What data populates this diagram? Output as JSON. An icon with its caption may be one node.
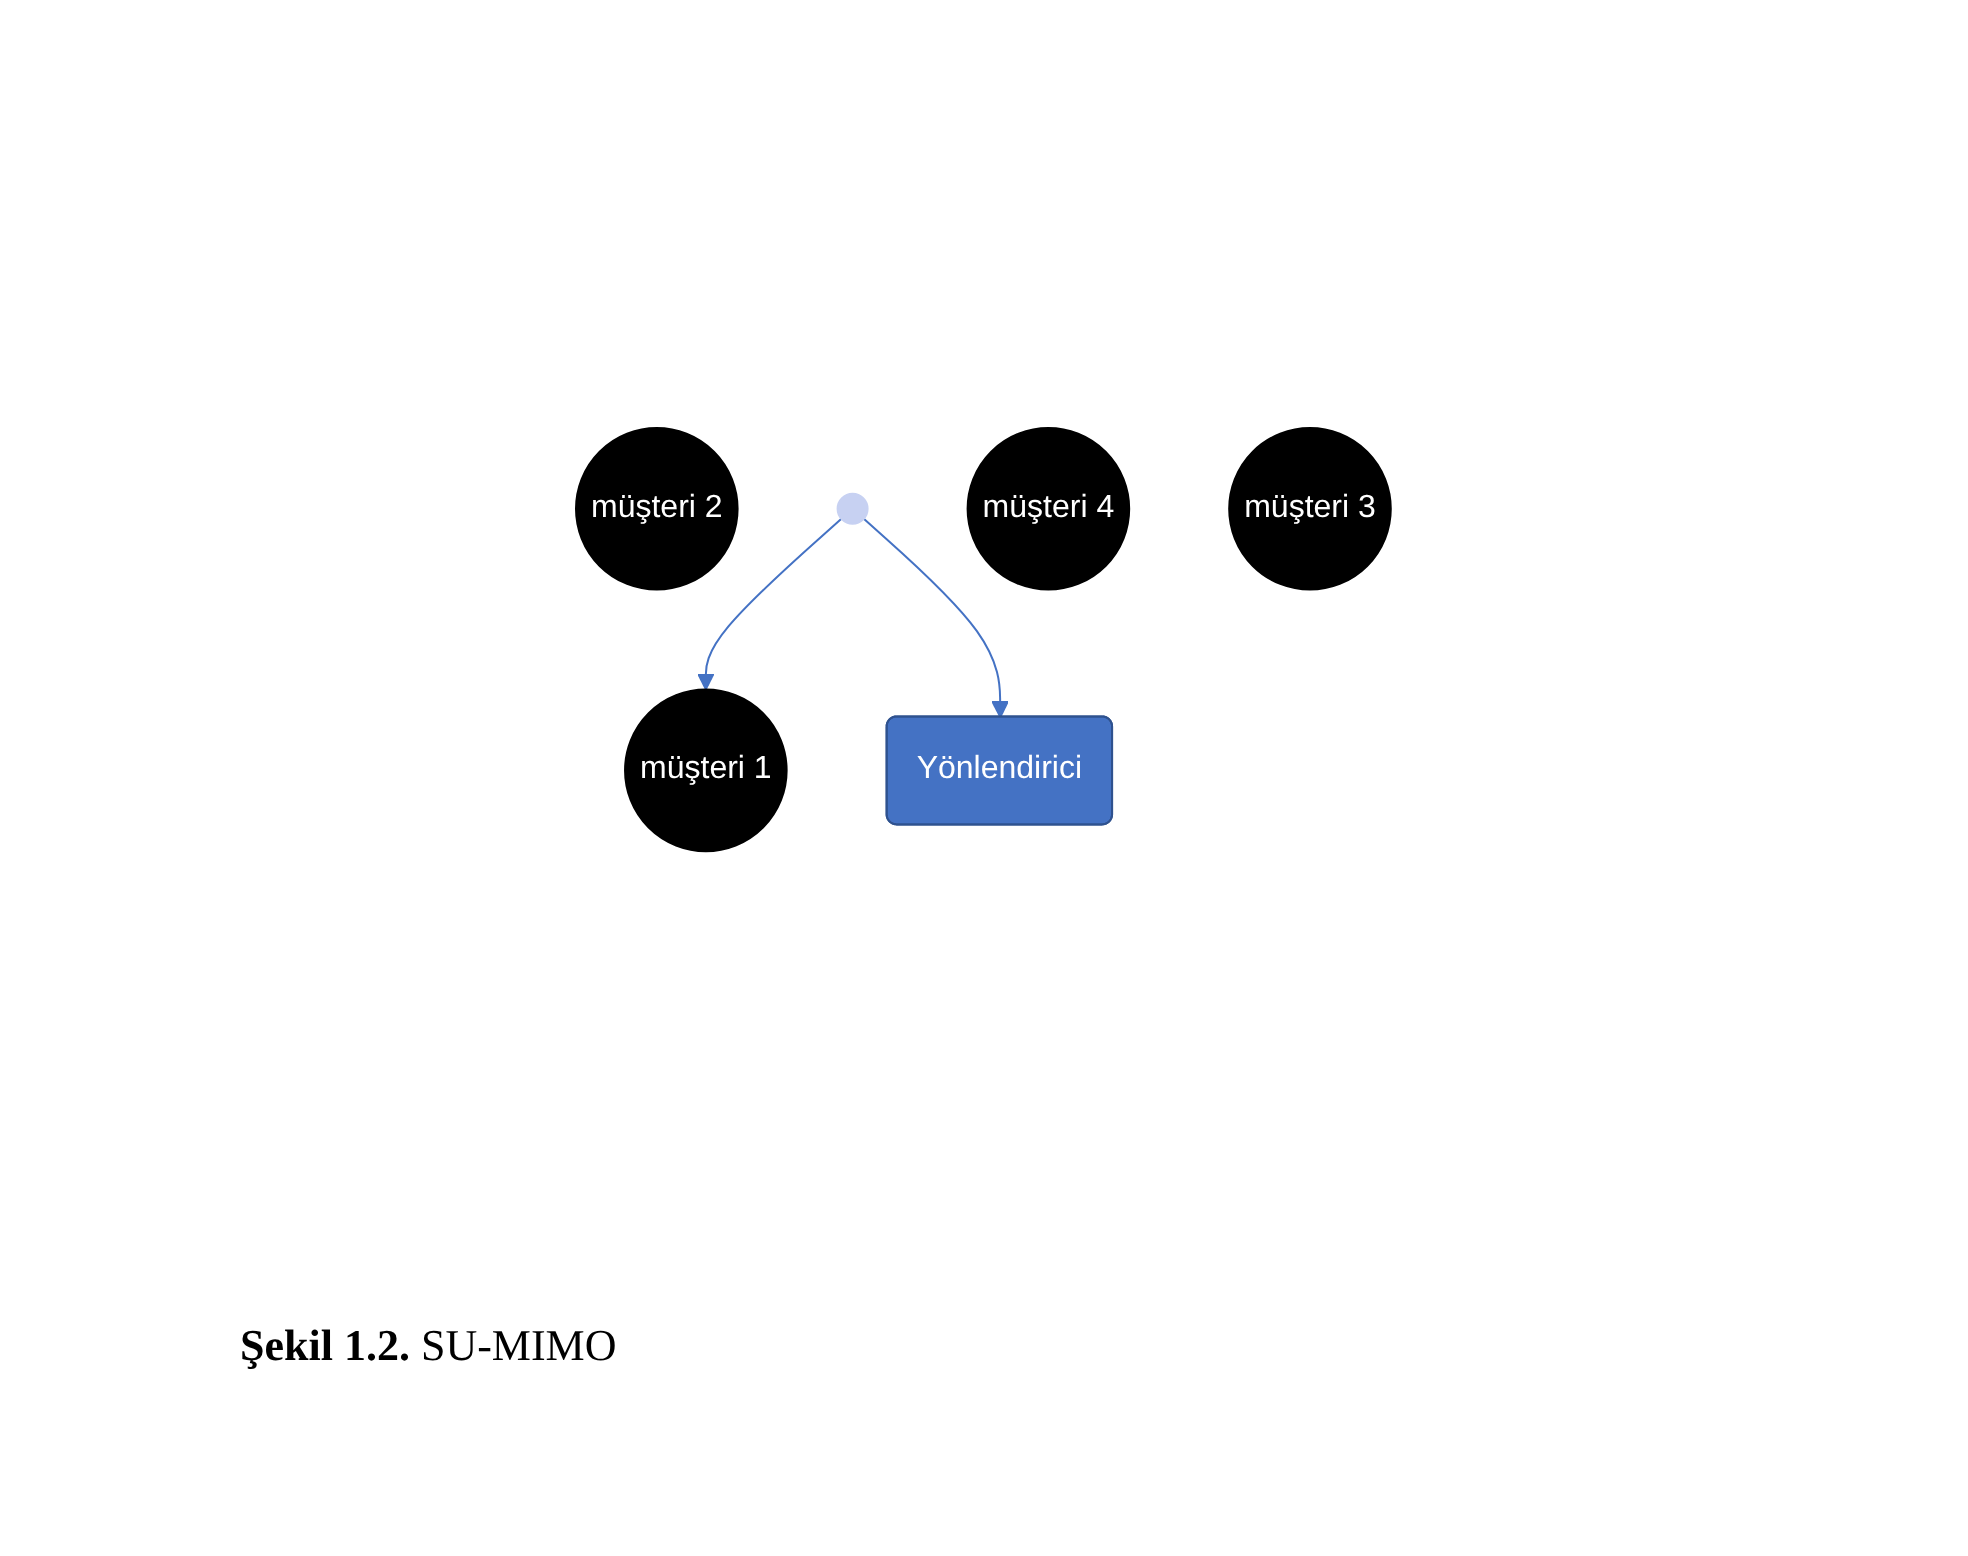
{
  "diagram": {
    "caption": "**Şekil 1.2.** SU-MIMO",
    "nodes": [
      {
        "text": [
          "müşteri 1"
        ]
      },
      {
        "text": [
          "müşteri 2"
        ]
      },
      {
        "text": [],
        "shape": "circle"
      },
      {
        "text": [
          "Yönlendirici"
        ]
      },
      {
        "text": [
          "müşteri 4"
        ]
      },
      {
        "text": [
          "müşteri 3"
        ]
      }
    ],
    "edges": [
      {
        "from": 2,
        "to": 0,
        "arrow": "to"
      },
      {
        "from": 2,
        "to": 3,
        "arrow": "to"
      }
    ]
  }
}
